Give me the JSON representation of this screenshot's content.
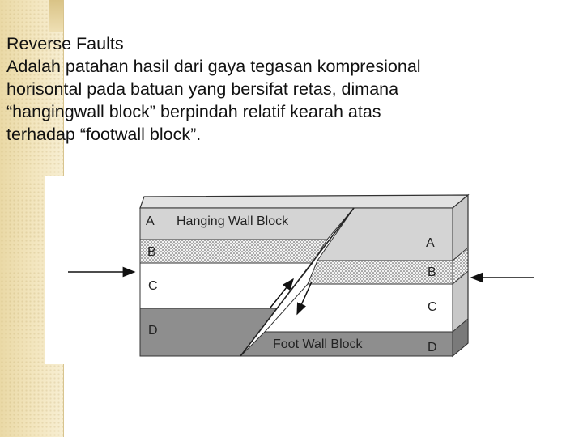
{
  "slide": {
    "title": "Reverse Faults",
    "body_lines": [
      "Adalah patahan hasil dari gaya tegasan kompresional",
      "horisontal pada batuan yang bersifat retas, dimana",
      "“hangingwall block” berpindah relatif kearah atas",
      "terhadap “footwall block”."
    ]
  },
  "diagram": {
    "hanging_wall_label": "Hanging Wall Block",
    "foot_wall_label": "Foot Wall Block",
    "left_layers": [
      "A",
      "B",
      "C",
      "D"
    ],
    "right_layers": [
      "A",
      "B",
      "C",
      "D"
    ],
    "colors": {
      "layer_a": "#d4d4d4",
      "layer_b": "#efefef",
      "layer_c": "#ffffff",
      "layer_d": "#8e8e8e",
      "top_face": "#e2e2e2",
      "side_face": "#bdbdbd",
      "outline": "#333333",
      "accent_band": "#f3e6bf"
    }
  }
}
